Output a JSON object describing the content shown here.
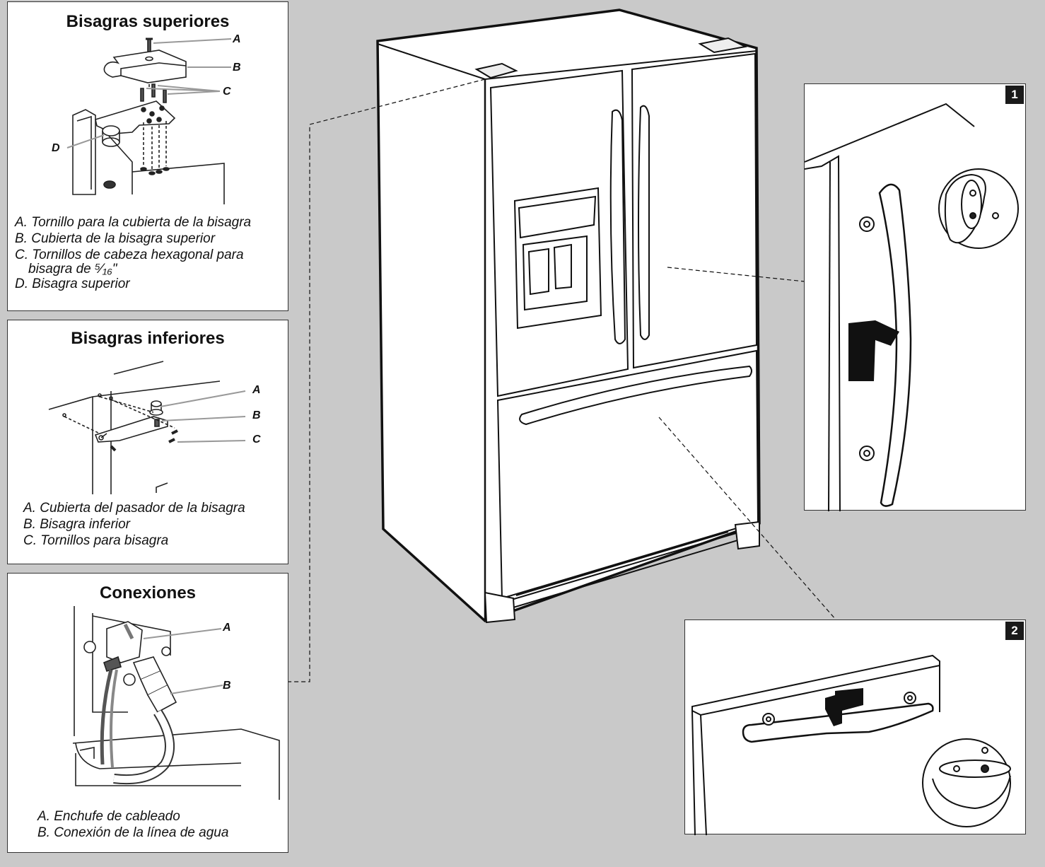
{
  "upper_hinges": {
    "title": "Bisagras superiores",
    "callouts": [
      "A",
      "B",
      "C",
      "D"
    ],
    "legend": [
      "A. Tornillo para la cubierta de la bisagra",
      "B. Cubierta de la bisagra superior",
      "C. Tornillos de cabeza hexagonal para",
      "bisagra de ⁵⁄₁₆\"",
      "D. Bisagra superior"
    ]
  },
  "lower_hinges": {
    "title": "Bisagras inferiores",
    "callouts": [
      "A",
      "B",
      "C"
    ],
    "legend": [
      "A. Cubierta del pasador de la bisagra",
      "B. Bisagra inferior",
      "C. Tornillos para bisagra"
    ]
  },
  "connections": {
    "title": "Conexiones",
    "callouts": [
      "A",
      "B"
    ],
    "legend": [
      "A. Enchufe de cableado",
      "B. Conexión de la línea de agua"
    ]
  },
  "detail_steps": [
    "1",
    "2"
  ],
  "icons": {
    "refrigerator": "french-door-refrigerator-illustration",
    "handle_detail": "door-handle-detail-illustration",
    "drawer_detail": "drawer-handle-detail-illustration"
  },
  "colors": {
    "background": "#c9c9c9",
    "panel": "#ffffff",
    "badge": "#1a1a1a"
  }
}
